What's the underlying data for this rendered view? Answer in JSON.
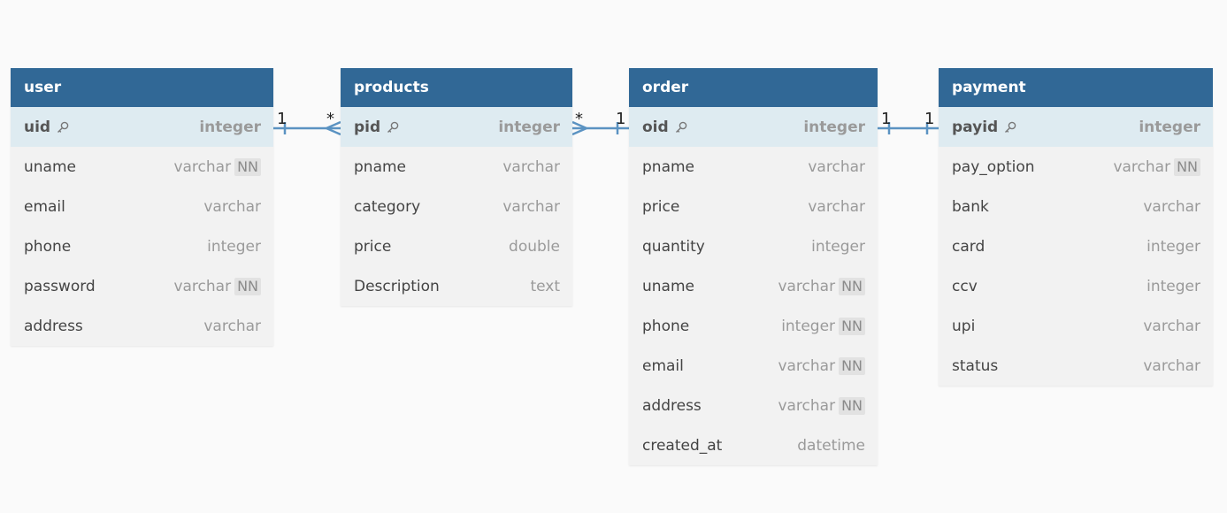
{
  "tables": {
    "user": {
      "name": "user",
      "fields": [
        {
          "name": "uid",
          "type": "integer",
          "pk": true,
          "nn": false
        },
        {
          "name": "uname",
          "type": "varchar",
          "pk": false,
          "nn": true
        },
        {
          "name": "email",
          "type": "varchar",
          "pk": false,
          "nn": false
        },
        {
          "name": "phone",
          "type": "integer",
          "pk": false,
          "nn": false
        },
        {
          "name": "password",
          "type": "varchar",
          "pk": false,
          "nn": true
        },
        {
          "name": "address",
          "type": "varchar",
          "pk": false,
          "nn": false
        }
      ]
    },
    "products": {
      "name": "products",
      "fields": [
        {
          "name": "pid",
          "type": "integer",
          "pk": true,
          "nn": false
        },
        {
          "name": "pname",
          "type": "varchar",
          "pk": false,
          "nn": false
        },
        {
          "name": "category",
          "type": "varchar",
          "pk": false,
          "nn": false
        },
        {
          "name": "price",
          "type": "double",
          "pk": false,
          "nn": false
        },
        {
          "name": "Description",
          "type": "text",
          "pk": false,
          "nn": false
        }
      ]
    },
    "order": {
      "name": "order",
      "fields": [
        {
          "name": "oid",
          "type": "integer",
          "pk": true,
          "nn": false
        },
        {
          "name": "pname",
          "type": "varchar",
          "pk": false,
          "nn": false
        },
        {
          "name": "price",
          "type": "varchar",
          "pk": false,
          "nn": false
        },
        {
          "name": "quantity",
          "type": "integer",
          "pk": false,
          "nn": false
        },
        {
          "name": "uname",
          "type": "varchar",
          "pk": false,
          "nn": true
        },
        {
          "name": "phone",
          "type": "integer",
          "pk": false,
          "nn": true
        },
        {
          "name": "email",
          "type": "varchar",
          "pk": false,
          "nn": true
        },
        {
          "name": "address",
          "type": "varchar",
          "pk": false,
          "nn": true
        },
        {
          "name": "created_at",
          "type": "datetime",
          "pk": false,
          "nn": false
        }
      ]
    },
    "payment": {
      "name": "payment",
      "fields": [
        {
          "name": "payid",
          "type": "integer",
          "pk": true,
          "nn": false
        },
        {
          "name": "pay_option",
          "type": "varchar",
          "pk": false,
          "nn": true
        },
        {
          "name": "bank",
          "type": "varchar",
          "pk": false,
          "nn": false
        },
        {
          "name": "card",
          "type": "integer",
          "pk": false,
          "nn": false
        },
        {
          "name": "ccv",
          "type": "integer",
          "pk": false,
          "nn": false
        },
        {
          "name": "upi",
          "type": "varchar",
          "pk": false,
          "nn": false
        },
        {
          "name": "status",
          "type": "varchar",
          "pk": false,
          "nn": false
        }
      ]
    }
  },
  "nn_label": "NN",
  "relations": [
    {
      "from": "user",
      "to": "products",
      "from_card": "1",
      "to_card": "*"
    },
    {
      "from": "products",
      "to": "order",
      "from_card": "*",
      "to_card": "1"
    },
    {
      "from": "order",
      "to": "payment",
      "from_card": "1",
      "to_card": "1"
    }
  ],
  "colors": {
    "header": "#316896",
    "pk_row": "#deebf1",
    "row": "#f2f2f2",
    "edge": "#5b93c2"
  },
  "icons": {
    "pk": "key-icon"
  }
}
